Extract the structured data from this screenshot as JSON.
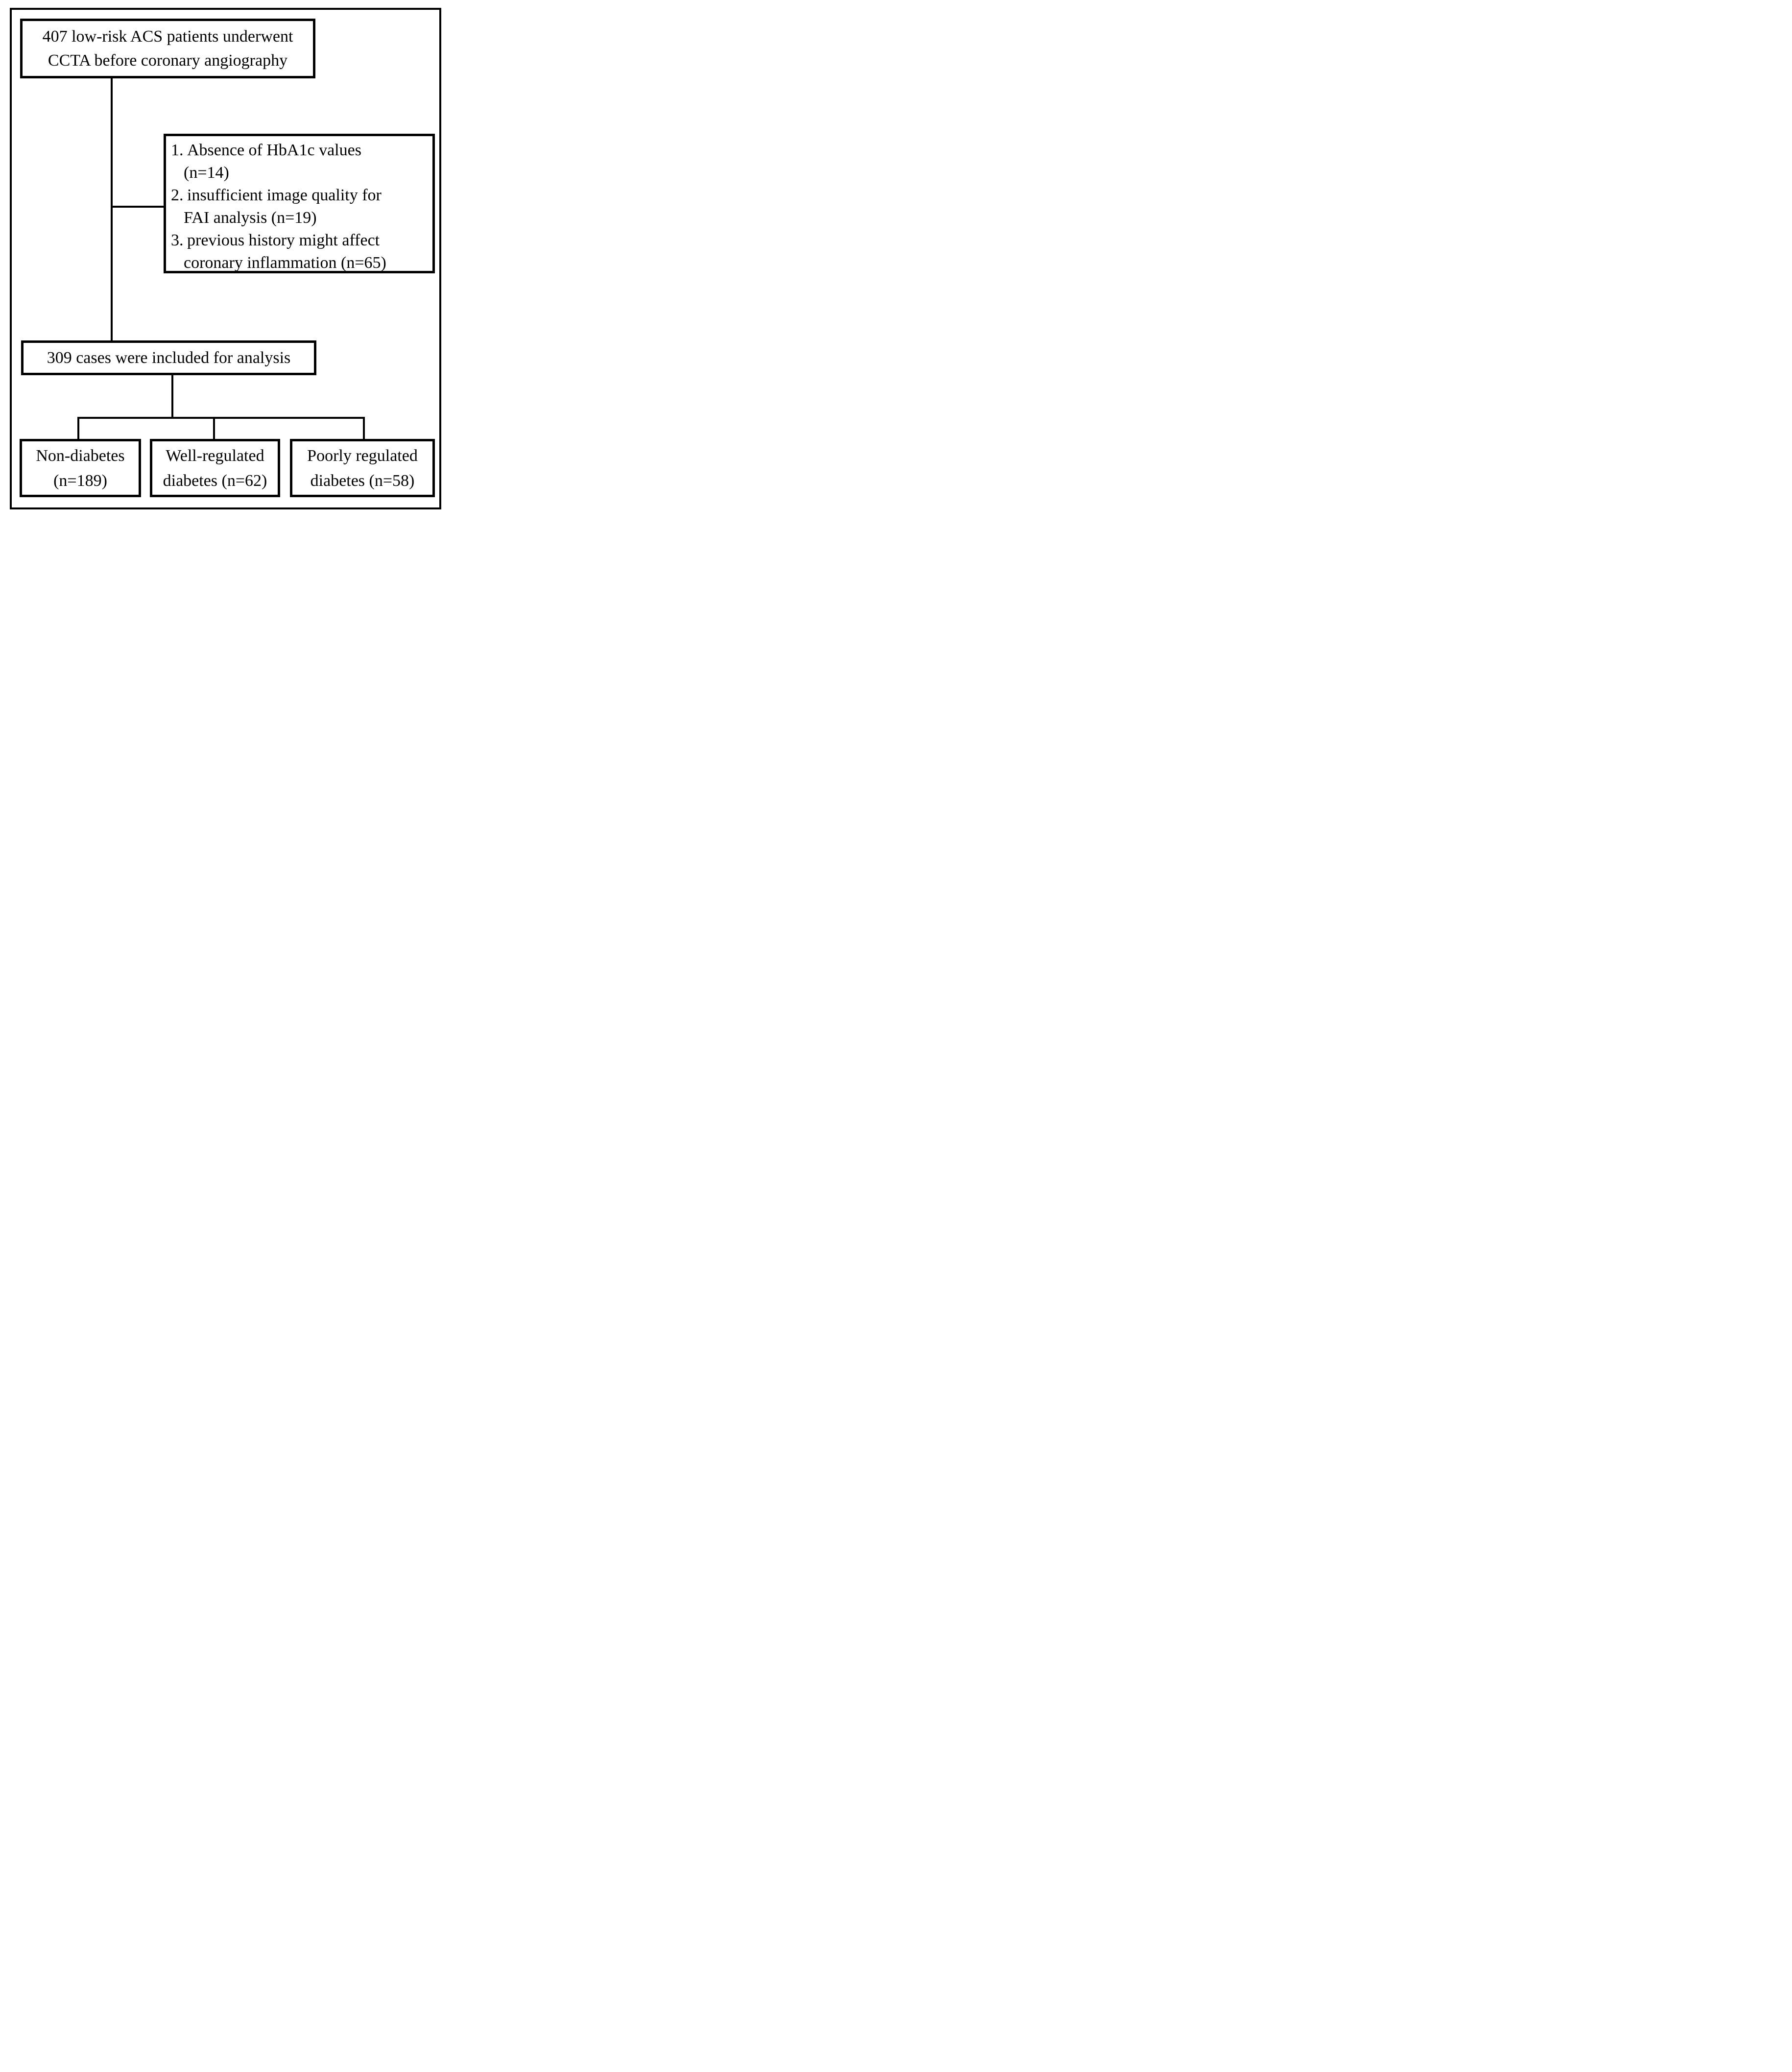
{
  "figure": {
    "background": "#ffffff",
    "line_color": "#000000"
  },
  "flowchart": {
    "top_box": {
      "lines": [
        "407 low-risk ACS patients underwent",
        "CCTA before coronary angiography"
      ]
    },
    "exclusion_box": {
      "items": [
        {
          "marker": "1.",
          "lines": [
            "Absence of HbA1c values",
            "(n=14)"
          ]
        },
        {
          "marker": "2.",
          "lines": [
            "insufficient image quality for",
            "FAI analysis (n=19)"
          ]
        },
        {
          "marker": "3.",
          "lines": [
            "previous history might affect",
            "coronary inflammation (n=65)"
          ]
        }
      ]
    },
    "included_box": {
      "text": "309 cases were included for analysis"
    },
    "group_boxes": [
      {
        "lines": [
          "Non-diabetes",
          "(n=189)"
        ]
      },
      {
        "lines": [
          "Well-regulated",
          "diabetes (n=62)"
        ]
      },
      {
        "lines": [
          "Poorly regulated",
          "diabetes (n=58)"
        ]
      }
    ]
  }
}
